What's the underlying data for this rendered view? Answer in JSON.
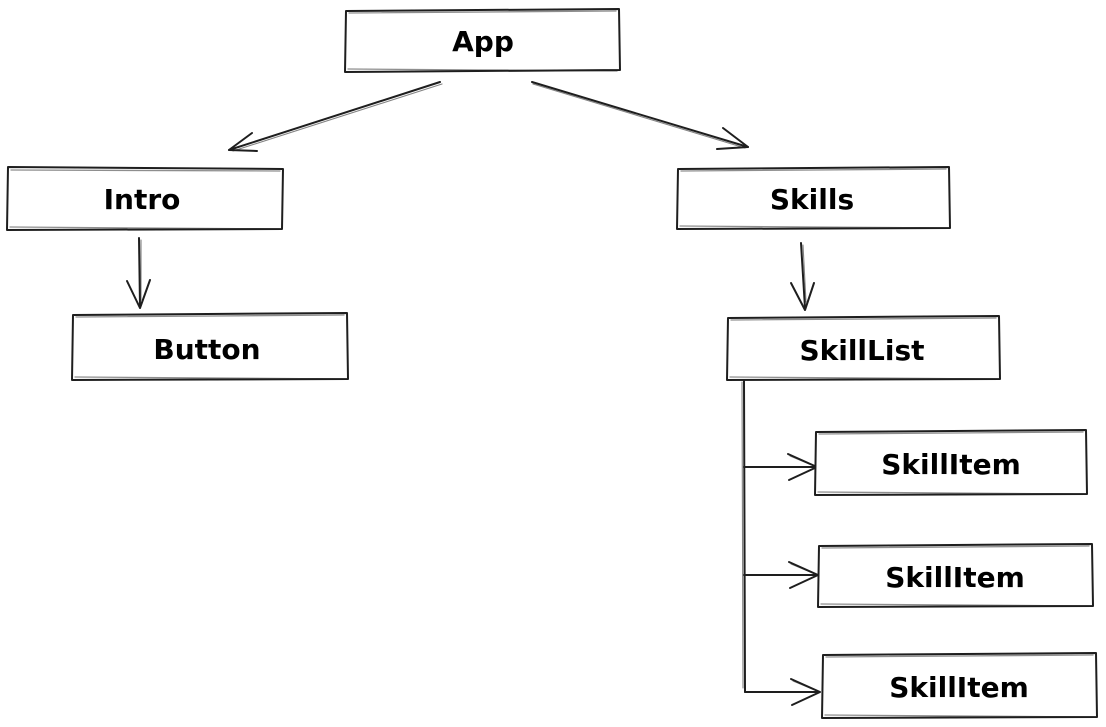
{
  "diagram": {
    "type": "tree",
    "description_of_content": "Component hierarchy sketch",
    "nodes": [
      {
        "id": "app",
        "label": "App"
      },
      {
        "id": "intro",
        "label": "Intro"
      },
      {
        "id": "button",
        "label": "Button"
      },
      {
        "id": "skills",
        "label": "Skills"
      },
      {
        "id": "skilllist",
        "label": "SkillList"
      },
      {
        "id": "skillitem1",
        "label": "SkillItem"
      },
      {
        "id": "skillitem2",
        "label": "SkillItem"
      },
      {
        "id": "skillitem3",
        "label": "SkillItem"
      }
    ],
    "edges": [
      {
        "from": "app",
        "to": "intro"
      },
      {
        "from": "app",
        "to": "skills"
      },
      {
        "from": "intro",
        "to": "button"
      },
      {
        "from": "skills",
        "to": "skilllist"
      },
      {
        "from": "skilllist",
        "to": "skillitem1"
      },
      {
        "from": "skilllist",
        "to": "skillitem2"
      },
      {
        "from": "skilllist",
        "to": "skillitem3"
      }
    ],
    "colors": {
      "stroke": "#1e1e1e",
      "node_fill": "#ffffff",
      "text": "#000000",
      "background": "#ffffff"
    }
  }
}
